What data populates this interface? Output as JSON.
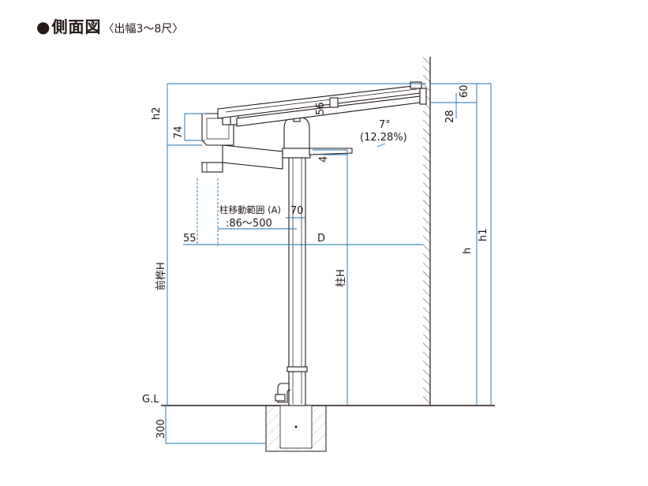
{
  "title": {
    "bullet": "●",
    "main": "側面図",
    "sub": "〈出幅3～8尺〉"
  },
  "labels": {
    "h2": "h2",
    "d74": "74",
    "d56": "56",
    "d60": "60",
    "d28": "28",
    "angle_deg": "7°",
    "angle_pct": "(12.28%)",
    "d4": "4",
    "range_title": "柱移動範囲 (A)",
    "range_value": ":86～500",
    "d70": "70",
    "d55": "55",
    "D": "D",
    "front_post_H": "前桦H",
    "post_H": "柱H",
    "h": "h",
    "h1": "h1",
    "GL": "G.L",
    "d300": "300"
  },
  "colors": {
    "dimension": "#1a6fae",
    "outline": "#231815",
    "wall_hatch": "#231815",
    "concrete": "#888888"
  }
}
